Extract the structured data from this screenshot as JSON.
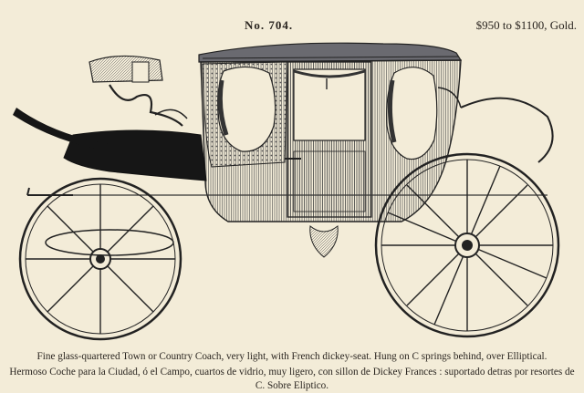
{
  "catalog": {
    "number": "No. 704.",
    "price": "$950 to $1100, Gold."
  },
  "caption": {
    "english": "Fine glass-quartered Town or Country Coach, very light, with French dickey-seat.   Hung on C springs behind, over Elliptical.",
    "spanish": "Hermoso Coche para la Ciudad, ó el Campo, cuartos de vidrio, muy ligero, con sillon de Dickey Frances : suportado detras por resortes de C. Sobre Eliptico."
  }
}
